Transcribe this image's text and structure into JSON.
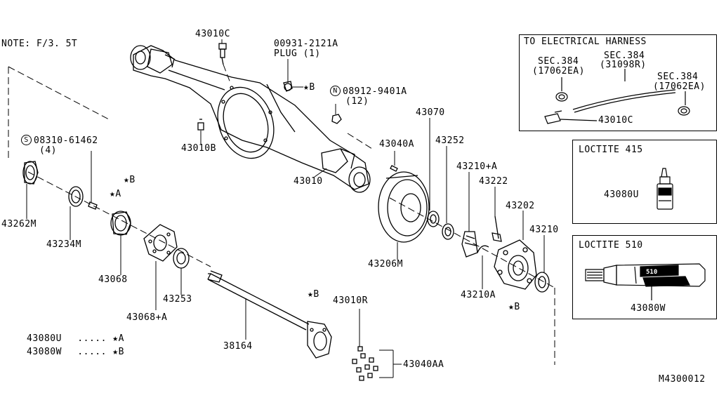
{
  "diagram": {
    "note": "NOTE: F/3. 5T",
    "figure_code": "M4300012",
    "labels": {
      "p43010C_top": "43010C",
      "plug_part": "00931-2121A",
      "plug_text": "PLUG (1)",
      "star_b_plug": "B",
      "n_part": "08912-9401A",
      "n_qty": "(12)",
      "s_part": "08310-61462",
      "s_qty": "(4)",
      "p43010B": "43010B",
      "p43010": "43010",
      "p43040A": "43040A",
      "p43070": "43070",
      "p43252": "43252",
      "p43210A_plus": "43210+A",
      "p43222": "43222",
      "p43202": "43202",
      "p43210": "43210",
      "p43262M": "43262M",
      "p43234M": "43234M",
      "star_a": "A",
      "star_b_left": "B",
      "p43068": "43068",
      "p43068A": "43068+A",
      "p43253": "43253",
      "p43206M": "43206M",
      "p43210A": "43210A",
      "star_b_hub": "B",
      "star_b_shaft": "B",
      "p43010R": "43010R",
      "p38164": "38164",
      "p43040AA": "43040AA"
    },
    "legend": [
      {
        "part": "43080U",
        "dots": ".....",
        "star": "A"
      },
      {
        "part": "43080W",
        "dots": ".....",
        "star": "B"
      }
    ],
    "electrical_box": {
      "title": "TO ELECTRICAL HARNESS",
      "sec1": "SEC.384",
      "sec1_code": "(17062EA)",
      "sec2": "SEC.384",
      "sec2_code": "(31098R)",
      "sec3": "SEC.384",
      "sec3_code": "(17062EA)",
      "part": "43010C"
    },
    "loctite415_box": {
      "title": "LOCTITE 415",
      "part": "43080U"
    },
    "loctite510_box": {
      "title": "LOCTITE 510",
      "part": "43080W",
      "tube_text": "510"
    }
  }
}
